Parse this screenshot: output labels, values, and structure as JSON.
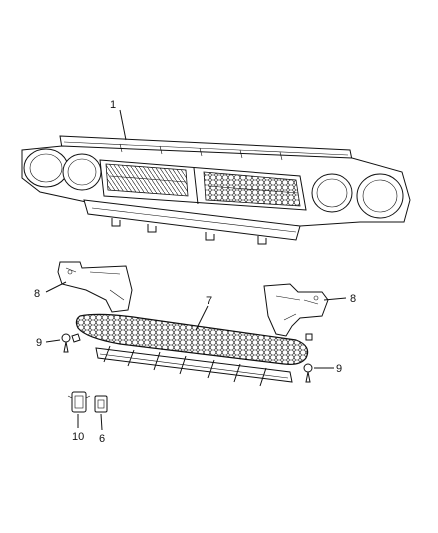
{
  "callouts": {
    "grille_assembly": "1",
    "bracket_left": "8",
    "bracket_right": "8",
    "lower_grille": "7",
    "fastener_left": "9",
    "fastener_right": "9",
    "clip_a": "10",
    "clip_b": "6"
  }
}
